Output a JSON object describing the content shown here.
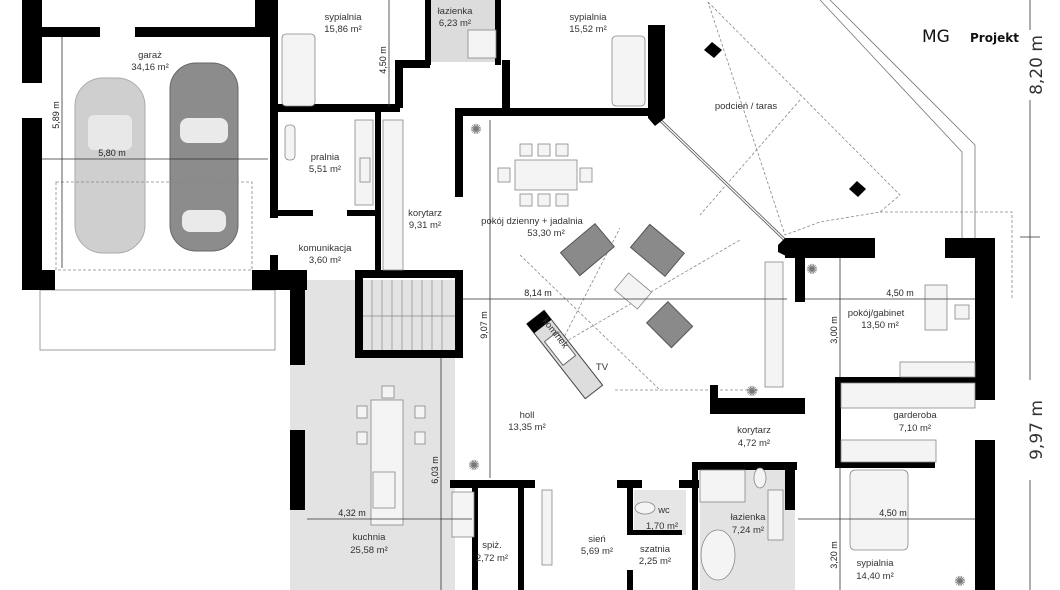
{
  "logo": {
    "brand": "MG",
    "suffix": "Projekt"
  },
  "rooms": {
    "garage": {
      "name": "garaż",
      "area": "34,16 m²"
    },
    "bedroom1": {
      "name": "sypialnia",
      "area": "15,86 m²"
    },
    "bathroom1": {
      "name": "łazienka",
      "area": "6,23 m²"
    },
    "bedroom2": {
      "name": "sypialnia",
      "area": "15,52 m²"
    },
    "terrace": {
      "name": "podcień / taras"
    },
    "laundry": {
      "name": "pralnia",
      "area": "5,51 m²"
    },
    "corridor1": {
      "name": "korytarz",
      "area": "9,31 m²"
    },
    "living": {
      "name": "pokój dzienny + jadalnia",
      "area": "53,30 m²"
    },
    "passage": {
      "name": "komunikacja",
      "area": "3,60 m²"
    },
    "hall": {
      "name": "holl",
      "area": "13,35 m²"
    },
    "corridor2": {
      "name": "korytarz",
      "area": "4,72 m²"
    },
    "office": {
      "name": "pokój/gabinet",
      "area": "13,50 m²"
    },
    "wardrobe": {
      "name": "garderoba",
      "area": "7,10 m²"
    },
    "wc": {
      "name": "wc",
      "area": "1,70 m²"
    },
    "bathroom2": {
      "name": "łazienka",
      "area": "7,24 m²"
    },
    "kitchen": {
      "name": "kuchnia",
      "area": "25,58 m²"
    },
    "pantry": {
      "name": "spiż.",
      "area": "2,72 m²"
    },
    "vestibule": {
      "name": "sień",
      "area": "5,69 m²"
    },
    "cloakroom": {
      "name": "szatnia",
      "area": "2,25 m²"
    },
    "bedroom3": {
      "name": "sypialnia",
      "area": "14,40 m²"
    }
  },
  "annotations": {
    "fireplace": "kominek",
    "tv": "TV"
  },
  "dimensions": {
    "bedroom1_depth": "4,50 m",
    "garage_depth": "5,89 m",
    "garage_width": "5,80 m",
    "living_width": "8,14 m",
    "living_depth": "9,07 m",
    "kitchen_depth": "6,03 m",
    "kitchen_width": "4,32 m",
    "office_width": "4,50 m",
    "office_depth": "3,00 m",
    "bedroom3_width": "4,50 m",
    "bedroom3_depth": "3,20 m",
    "overall_upper": "8,20 m",
    "overall_lower": "9,97 m"
  }
}
